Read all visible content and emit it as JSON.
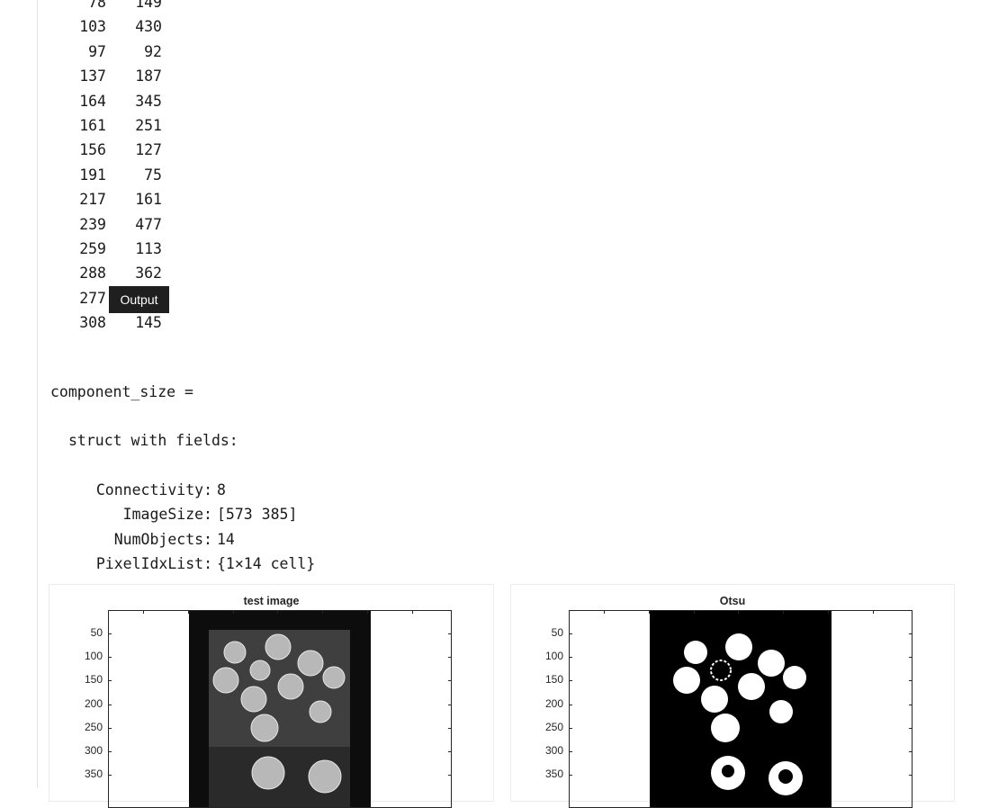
{
  "matrix_rows": [
    {
      "a": "78",
      "b": "149"
    },
    {
      "a": "103",
      "b": "430"
    },
    {
      "a": "97",
      "b": "92"
    },
    {
      "a": "137",
      "b": "187"
    },
    {
      "a": "164",
      "b": "345"
    },
    {
      "a": "161",
      "b": "251"
    },
    {
      "a": "156",
      "b": "127"
    },
    {
      "a": "191",
      "b": "75"
    },
    {
      "a": "217",
      "b": "161"
    },
    {
      "a": "239",
      "b": "477"
    },
    {
      "a": "259",
      "b": "113"
    },
    {
      "a": "288",
      "b": "362"
    },
    {
      "a": "277",
      "b": ""
    },
    {
      "a": "308",
      "b": "145"
    }
  ],
  "tooltip": "Output",
  "component_label": "component_size =",
  "struct_label": "struct with fields:",
  "fields": [
    {
      "key": "Connectivity:",
      "value": "8"
    },
    {
      "key": "ImageSize:",
      "value": "[573 385]"
    },
    {
      "key": "NumObjects:",
      "value": "14"
    },
    {
      "key": "PixelIdxList:",
      "value": "{1×14 cell}"
    }
  ],
  "figures": [
    {
      "title": "test image",
      "yticks": [
        "50",
        "100",
        "150",
        "200",
        "250",
        "300",
        "350"
      ],
      "style": "grayscale"
    },
    {
      "title": "Otsu",
      "yticks": [
        "50",
        "100",
        "150",
        "200",
        "250",
        "300",
        "350"
      ],
      "style": "binary"
    }
  ]
}
